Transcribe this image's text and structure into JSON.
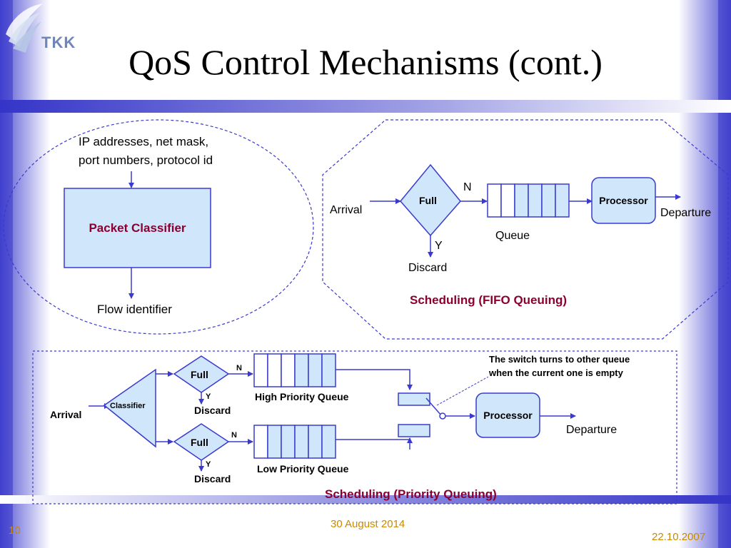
{
  "slide": {
    "title": "QoS Control Mechanisms (cont.)",
    "logo_text": "TKK",
    "page_number": "10",
    "footer_center": "30 August 2014",
    "footer_right": "22.10.2007"
  },
  "classifier_diagram": {
    "input_label": "IP addresses, net mask, port numbers, protocol id",
    "input_line1": "IP addresses, net mask,",
    "input_line2": "port numbers, protocol id",
    "box_label": "Packet Classifier",
    "output_label": "Flow identifier"
  },
  "fifo_diagram": {
    "arrival": "Arrival",
    "decision": "Full",
    "no": "N",
    "yes": "Y",
    "discard": "Discard",
    "queue": "Queue",
    "processor": "Processor",
    "departure": "Departure",
    "caption": "Scheduling (FIFO Queuing)"
  },
  "priority_diagram": {
    "arrival": "Arrival",
    "classifier": "Classifier",
    "high": {
      "decision": "Full",
      "no": "N",
      "yes": "Y",
      "discard": "Discard",
      "queue_label": "High Priority Queue"
    },
    "low": {
      "decision": "Full",
      "no": "N",
      "yes": "Y",
      "discard": "Discard",
      "queue_label": "Low Priority Queue"
    },
    "note_line1": "The switch turns to other queue",
    "note_line2": "when the current one is empty",
    "processor": "Processor",
    "departure": "Departure",
    "caption": "Scheduling (Priority Queuing)"
  },
  "colors": {
    "accent_blue": "#3a3ad0",
    "box_fill": "#cfe6fb",
    "caption_red": "#8b0030",
    "footer_gold": "#c98a00"
  }
}
